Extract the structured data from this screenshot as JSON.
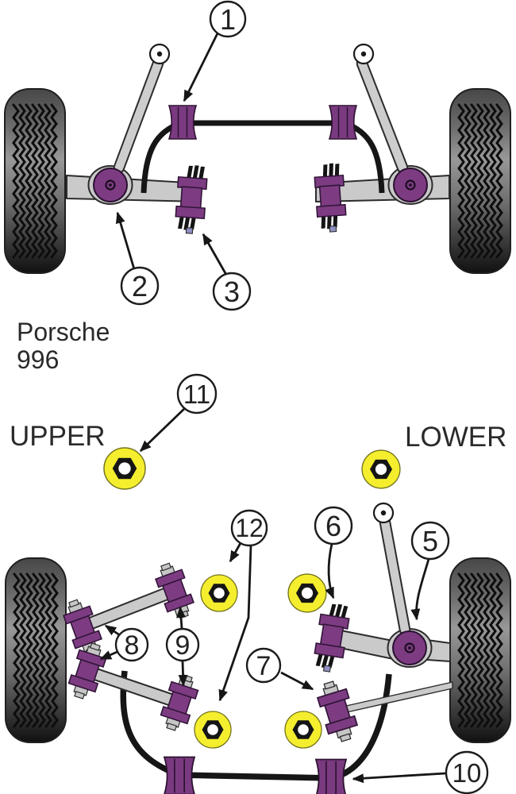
{
  "diagram": {
    "vehicle": {
      "line1": "Porsche",
      "line2": "996"
    },
    "labels": {
      "upper": "UPPER",
      "lower": "LOWER"
    },
    "callouts": [
      {
        "num": "1"
      },
      {
        "num": "2"
      },
      {
        "num": "3"
      },
      {
        "num": "5"
      },
      {
        "num": "6"
      },
      {
        "num": "7"
      },
      {
        "num": "8"
      },
      {
        "num": "9"
      },
      {
        "num": "10"
      },
      {
        "num": "11"
      },
      {
        "num": "12"
      }
    ],
    "colors": {
      "bushing_purple": "#7d3c82",
      "nut_yellow": "#f4ee2e",
      "bar_black": "#161616",
      "arm_gray": "#cacaca",
      "tire_dark": "#111111"
    }
  }
}
